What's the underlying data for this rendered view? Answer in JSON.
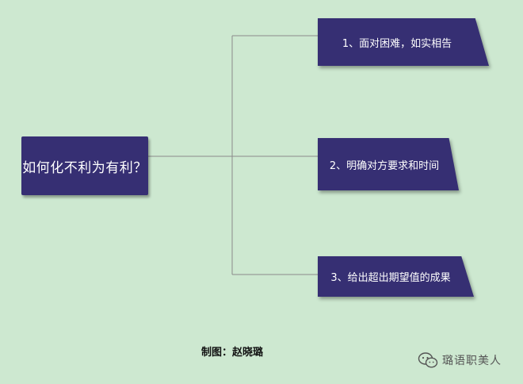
{
  "diagram": {
    "root": {
      "label": "如何化不利为有利？"
    },
    "branches": [
      {
        "label": "1、面对困难，如实相告"
      },
      {
        "label": "2、明确对方要求和时间"
      },
      {
        "label": "3、给出超出期望值的成果"
      }
    ]
  },
  "footer": {
    "credit": "制图：赵晓璐",
    "watermark": "璐语职美人",
    "watermark_icon": "wechat-icon"
  },
  "colors": {
    "background": "#cde8d0",
    "node_fill": "#362f73",
    "connector": "#8a8a8a"
  }
}
